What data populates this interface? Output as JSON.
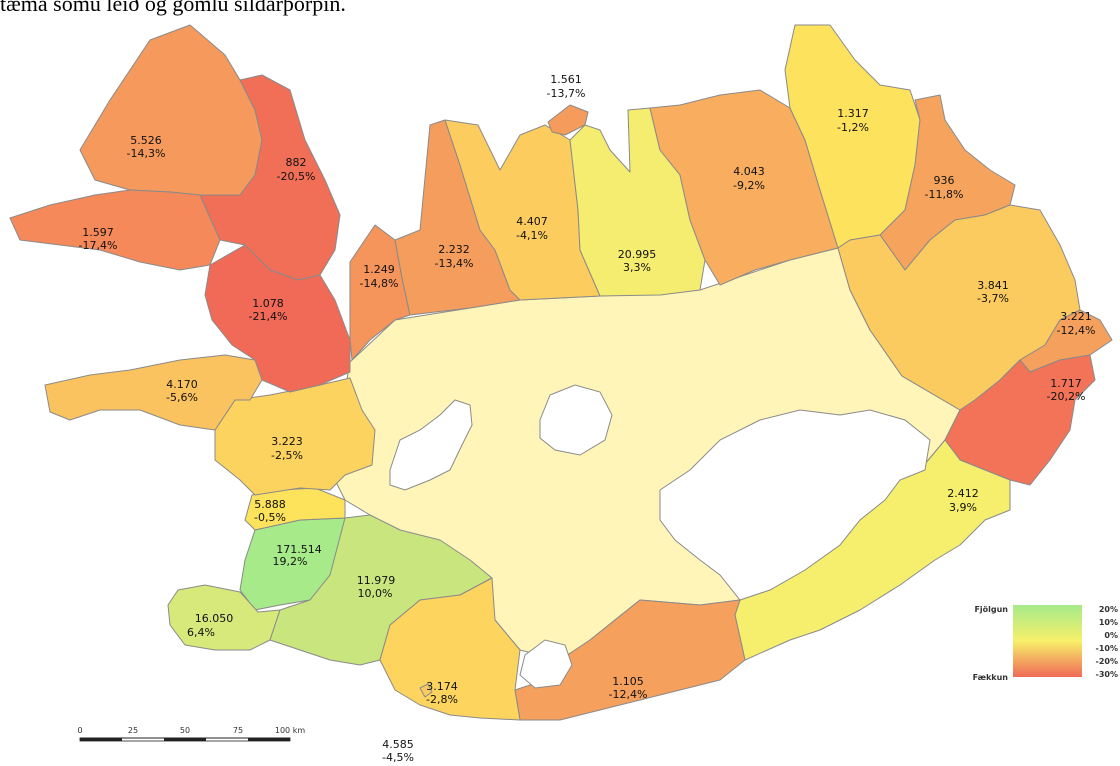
{
  "caption": "tæma sömu leið og gömlu síldarþorpin.",
  "regions": [
    {
      "id": "hofudborgarsvaedid",
      "pop": "171.514",
      "change": "19,2%",
      "value": 19.2,
      "color": "#a6ea8a"
    },
    {
      "id": "sudurnes",
      "pop": "16.050",
      "change": "6,4%",
      "value": 6.4,
      "color": "#d7e97a"
    },
    {
      "id": "sudurland-vestri",
      "pop": "11.979",
      "change": "10,0%",
      "value": 10.0,
      "color": "#c9e67e"
    },
    {
      "id": "kjos",
      "pop": "5.888",
      "change": "-0,5%",
      "value": -0.5,
      "color": "#fde25c"
    },
    {
      "id": "borgarfjordur",
      "pop": "3.223",
      "change": "-2,5%",
      "value": -2.5,
      "color": "#fcd35e"
    },
    {
      "id": "snaefellsnes",
      "pop": "4.170",
      "change": "-5,6%",
      "value": -5.6,
      "color": "#fbc35f"
    },
    {
      "id": "vestfirdir-nordur",
      "pop": "5.526",
      "change": "-14,3%",
      "value": -14.3,
      "color": "#f59a5c"
    },
    {
      "id": "vestfirdir-sudur",
      "pop": "1.597",
      "change": "-17,4%",
      "value": -17.4,
      "color": "#f5895a"
    },
    {
      "id": "strandir",
      "pop": "882",
      "change": "-20,5%",
      "value": -20.5,
      "color": "#f16e57"
    },
    {
      "id": "dalir",
      "pop": "1.078",
      "change": "-21,4%",
      "value": -21.4,
      "color": "#f06a57"
    },
    {
      "id": "hunathing-vestra",
      "pop": "1.249",
      "change": "-14,8%",
      "value": -14.8,
      "color": "#f5945b"
    },
    {
      "id": "hunavatnssysla",
      "pop": "2.232",
      "change": "-13,4%",
      "value": -13.4,
      "color": "#f59d5c"
    },
    {
      "id": "skagafjordur",
      "pop": "4.407",
      "change": "-4,1%",
      "value": -4.1,
      "color": "#fccc5e"
    },
    {
      "id": "fjallabyggd",
      "pop": "1.561",
      "change": "-13,7%",
      "value": -13.7,
      "color": "#f59c5c"
    },
    {
      "id": "eyjafjordur",
      "pop": "20.995",
      "change": "3,3%",
      "value": 3.3,
      "color": "#f4ed70"
    },
    {
      "id": "thingeyjarsysla",
      "pop": "4.043",
      "change": "-9,2%",
      "value": -9.2,
      "color": "#f8ae5e"
    },
    {
      "id": "nordurthing",
      "pop": "1.317",
      "change": "-1,2%",
      "value": -1.2,
      "color": "#fde25e"
    },
    {
      "id": "vopnafjordur",
      "pop": "936",
      "change": "-11,8%",
      "value": -11.8,
      "color": "#f6a45d"
    },
    {
      "id": "fljotsdalsherad",
      "pop": "3.841",
      "change": "-3,7%",
      "value": -3.7,
      "color": "#fbcb5f"
    },
    {
      "id": "fjardabyggd",
      "pop": "3.221",
      "change": "-12,4%",
      "value": -12.4,
      "color": "#f6a05d"
    },
    {
      "id": "austurland-sudur",
      "pop": "1.717",
      "change": "-20,2%",
      "value": -20.2,
      "color": "#f27357"
    },
    {
      "id": "hornafjordur",
      "pop": "2.412",
      "change": "3,9%",
      "value": 3.9,
      "color": "#f6ef6e"
    },
    {
      "id": "skaftafellssysla",
      "pop": "1.105",
      "change": "-12,4%",
      "value": -12.4,
      "color": "#f6a05d"
    },
    {
      "id": "rangarthing",
      "pop": "3.174",
      "change": "-2,8%",
      "value": -2.8,
      "color": "#fcd45e"
    },
    {
      "id": "vestmannaeyjar",
      "pop": "4.585",
      "change": "-4,5%",
      "value": -4.5,
      "color": "#fbc95f"
    }
  ],
  "interior": {
    "color": "#fff5b9"
  },
  "legend": {
    "top_label": "Fjölgun",
    "bottom_label": "Fækkun",
    "ticks": [
      "20%",
      "10%",
      "0%",
      "-10%",
      "-20%",
      "-30%"
    ],
    "colors": [
      "#a6ea8a",
      "#f7f06a",
      "#f06a57"
    ]
  },
  "scale_bar": {
    "ticks": [
      "0",
      "25",
      "50",
      "75",
      "100 km"
    ]
  }
}
